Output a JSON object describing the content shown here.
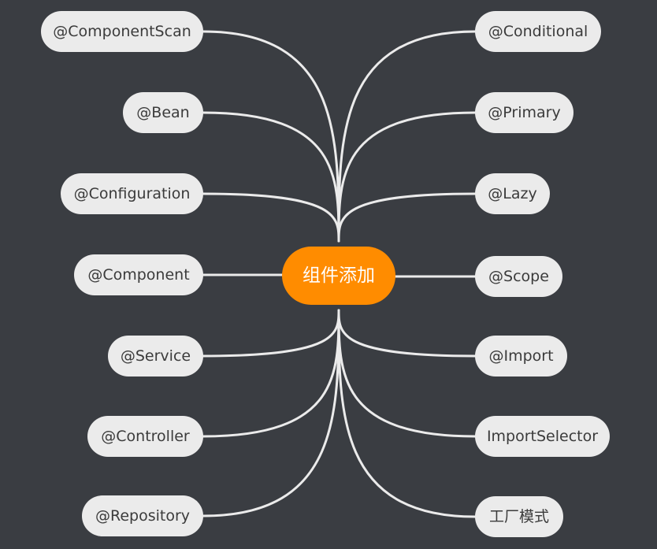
{
  "center": {
    "label": "组件添加",
    "color": "#ff8c00"
  },
  "left_nodes": [
    {
      "label": "@ComponentScan"
    },
    {
      "label": "@Bean"
    },
    {
      "label": "@Configuration"
    },
    {
      "label": "@Component"
    },
    {
      "label": "@Service"
    },
    {
      "label": "@Controller"
    },
    {
      "label": "@Repository"
    }
  ],
  "right_nodes": [
    {
      "label": "@Conditional"
    },
    {
      "label": "@Primary"
    },
    {
      "label": "@Lazy"
    },
    {
      "label": "@Scope"
    },
    {
      "label": "@Import"
    },
    {
      "label": "ImportSelector"
    },
    {
      "label": "工厂模式"
    }
  ],
  "colors": {
    "background": "#3a3d42",
    "node_fill": "#ebebeb",
    "node_text": "#3b3b3b",
    "connector": "#ebebeb"
  }
}
